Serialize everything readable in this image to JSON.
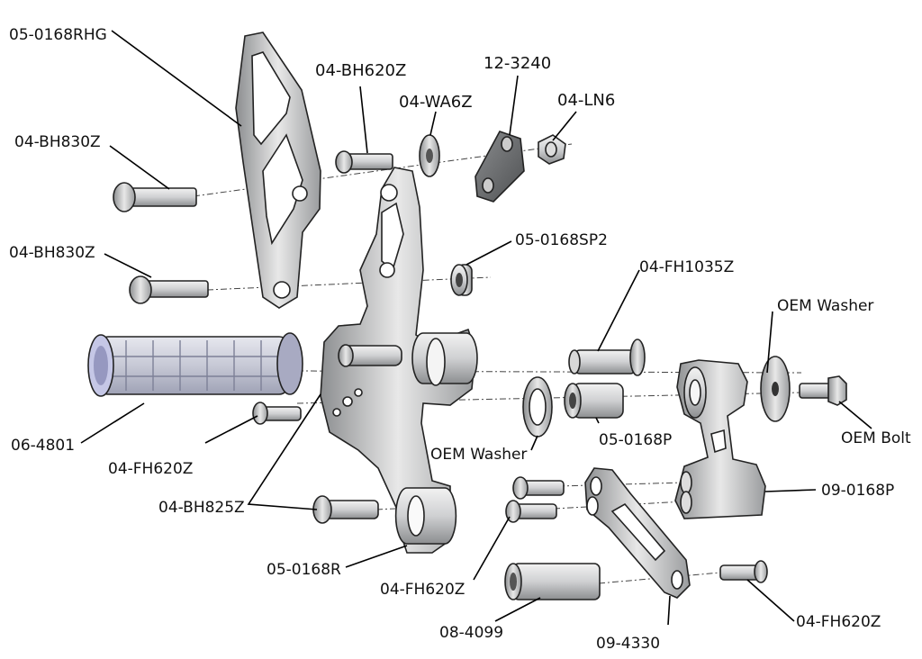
{
  "labels": {
    "l_05_0168RHG": "05-0168RHG",
    "l_04_BH620Z": "04-BH620Z",
    "l_12_3240": "12-3240",
    "l_04_WA6Z": "04-WA6Z",
    "l_04_LN6": "04-LN6",
    "l_04_BH830Z_a": "04-BH830Z",
    "l_04_BH830Z_b": "04-BH830Z",
    "l_05_0168SP2": "05-0168SP2",
    "l_04_FH1035Z": "04-FH1035Z",
    "l_OEM_Washer_a": "OEM Washer",
    "l_OEM_Washer_b": "OEM Washer",
    "l_OEM_Bolt": "OEM Bolt",
    "l_06_4801": "06-4801",
    "l_04_FH620Z_a": "04-FH620Z",
    "l_05_0168P": "05-0168P",
    "l_09_0168P": "09-0168P",
    "l_04_BH825Z": "04-BH825Z",
    "l_05_0168R": "05-0168R",
    "l_04_FH620Z_b": "04-FH620Z",
    "l_08_4099": "08-4099",
    "l_09_4330": "09-4330",
    "l_04_FH620Z_c": "04-FH620Z"
  },
  "colors": {
    "metal_dark": "#6f7173",
    "metal_mid": "#b9bbbd",
    "metal_light": "#e4e4e4",
    "grip": "#c9cbd6",
    "grip_end": "#9ea0c0"
  }
}
